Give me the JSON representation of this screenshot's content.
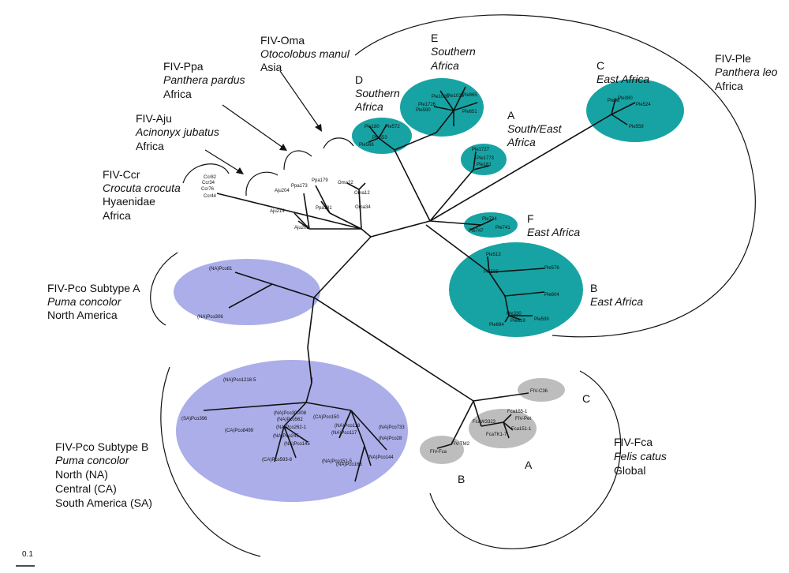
{
  "groups": {
    "ple": {
      "name": "FIV-Ple",
      "species": "Panthera leo",
      "region": "Africa"
    },
    "oma": {
      "name": "FIV-Oma",
      "species": "Otocolobus manul",
      "region": "Asia"
    },
    "ppa": {
      "name": "FIV-Ppa",
      "species": "Panthera pardus",
      "region": "Africa"
    },
    "aju": {
      "name": "FIV-Aju",
      "species": "Acinonyx jubatus",
      "region": "Africa"
    },
    "ccr": {
      "name": "FIV-Ccr",
      "species": "Crocuta crocuta",
      "family": "Hyaenidae",
      "region": "Africa"
    },
    "pco_a": {
      "name": "FIV-Pco Subtype A",
      "species": "Puma concolor",
      "region": "North America"
    },
    "pco_b": {
      "name": "FIV-Pco Subtype B",
      "species": "Puma concolor",
      "region1": "North (NA)",
      "region2": "Central (CA)",
      "region3": "South America (SA)"
    },
    "fca": {
      "name": "FIV-Fca",
      "species": "Felis catus",
      "region": "Global"
    }
  },
  "clades": {
    "e": {
      "letter": "E",
      "r1": "Southern",
      "r2": "Africa"
    },
    "d": {
      "letter": "D",
      "r1": "Southern",
      "r2": "Africa"
    },
    "a": {
      "letter": "A",
      "r1": "South/East",
      "r2": "Africa"
    },
    "c": {
      "letter": "C",
      "r1": "East Africa"
    },
    "f": {
      "letter": "F",
      "r1": "East Africa"
    },
    "b": {
      "letter": "B",
      "r1": "East Africa"
    },
    "fca_a": {
      "letter": "A"
    },
    "fca_b": {
      "letter": "B"
    },
    "fca_c": {
      "letter": "C"
    }
  },
  "leaves": {
    "ple_e": [
      "Ple1026",
      "Ple1025",
      "Ple865",
      "Ple1726",
      "Ple590",
      "Ple651"
    ],
    "ple_d": [
      "Ple180",
      "Ple572",
      "Ple553",
      "Ple566"
    ],
    "ple_a": [
      "Ple1727",
      "Ple1773",
      "Ple181"
    ],
    "ple_c": [
      "Ple98",
      "Ple380",
      "Ple524",
      "Ple559"
    ],
    "ple_f": [
      "Ple734",
      "Ple747",
      "Ple741"
    ],
    "ple_b": [
      "Ple513",
      "Ple576",
      "Ple565",
      "Ple604",
      "Ple330",
      "Ple684",
      "Ple619",
      "Ple599"
    ],
    "oma": [
      "Oma22",
      "Oma12",
      "Oma34"
    ],
    "ppa": [
      "Ppa179",
      "Ppa173",
      "Ppa181"
    ],
    "aju": [
      "Aju204",
      "Aju214",
      "Aju203"
    ],
    "ccr": [
      "Ccr82",
      "Ccr34",
      "Ccr76",
      "Ccr44"
    ],
    "pco_a": [
      "(NA)Pco81",
      "(NA)Pco306"
    ],
    "pco_b": [
      "(NA)Pco1218-5",
      "(SA)Pco396",
      "(CA)Pco8499",
      "(NA)Pco300/08",
      "(NA)Pco562",
      "(NA)Pco262-1",
      "(NA)Pco245",
      "(NA)Pco145",
      "(CA)Pco150",
      "(NA)Pco118",
      "(NA)Pco117",
      "(NA)Pco733",
      "(NA)Pco28",
      "(CA)Pco593-8",
      "(NA)Pco151-5",
      "(NA)Pco163",
      "(NA)Pco144"
    ],
    "fca": [
      "FIV-C36",
      "Fca155-1",
      "FIV-Pet",
      "FcaW3323",
      "Fca151-1",
      "FcaTK1-7",
      "FIV-TM2",
      "FIV-Fca"
    ]
  },
  "scale_label": "0.1",
  "colors": {
    "ple": "#17a3a3",
    "pco": "#abaee8",
    "fca": "#bdbdbd",
    "line": "#111111"
  }
}
